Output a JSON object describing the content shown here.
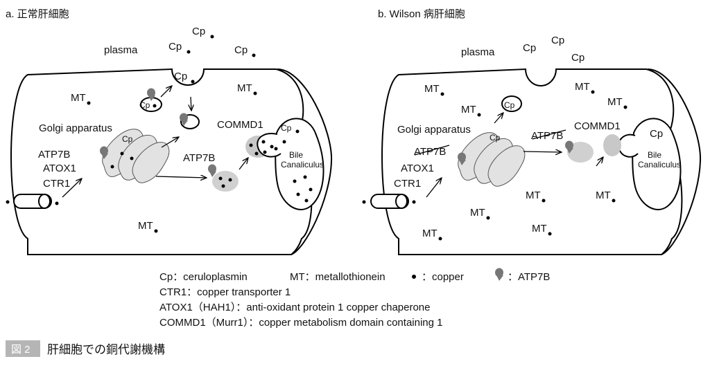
{
  "panels": [
    {
      "title": "a.  正常肝細胞",
      "plasma": "plasma",
      "golgi": "Golgi apparatus",
      "atp7b_1": "ATP7B",
      "atox1": "ATOX1",
      "ctr1": "CTR1",
      "atp7b_2": "ATP7B",
      "commd1": "COMMD1",
      "bile": "Bile",
      "canaliculus": "Canaliculus",
      "mt": "MT",
      "cp": "Cp"
    },
    {
      "title": "b.  Wilson 病肝細胞",
      "plasma": "plasma",
      "golgi": "Golgi apparatus",
      "atp7b_1": "ATP7B",
      "atox1": "ATOX1",
      "ctr1": "CTR1",
      "atp7b_2": "ATP7B",
      "commd1": "COMMD1",
      "bile": "Bile",
      "canaliculus": "Canaliculus",
      "mt": "MT",
      "cp": "Cp"
    }
  ],
  "legend": {
    "cp": "Cp：ceruloplasmin",
    "mt": "MT：metallothionein",
    "copper": "：copper",
    "atp7b": "：ATP7B",
    "ctr1": "CTR1：copper transporter 1",
    "atox1": "ATOX1（HAH1）：anti-oxidant protein 1 copper chaperone",
    "commd1": "COMMD1（Murr1）：copper metabolism domain containing 1"
  },
  "caption": {
    "number": "図 2",
    "text": "肝細胞での銅代謝機構"
  }
}
